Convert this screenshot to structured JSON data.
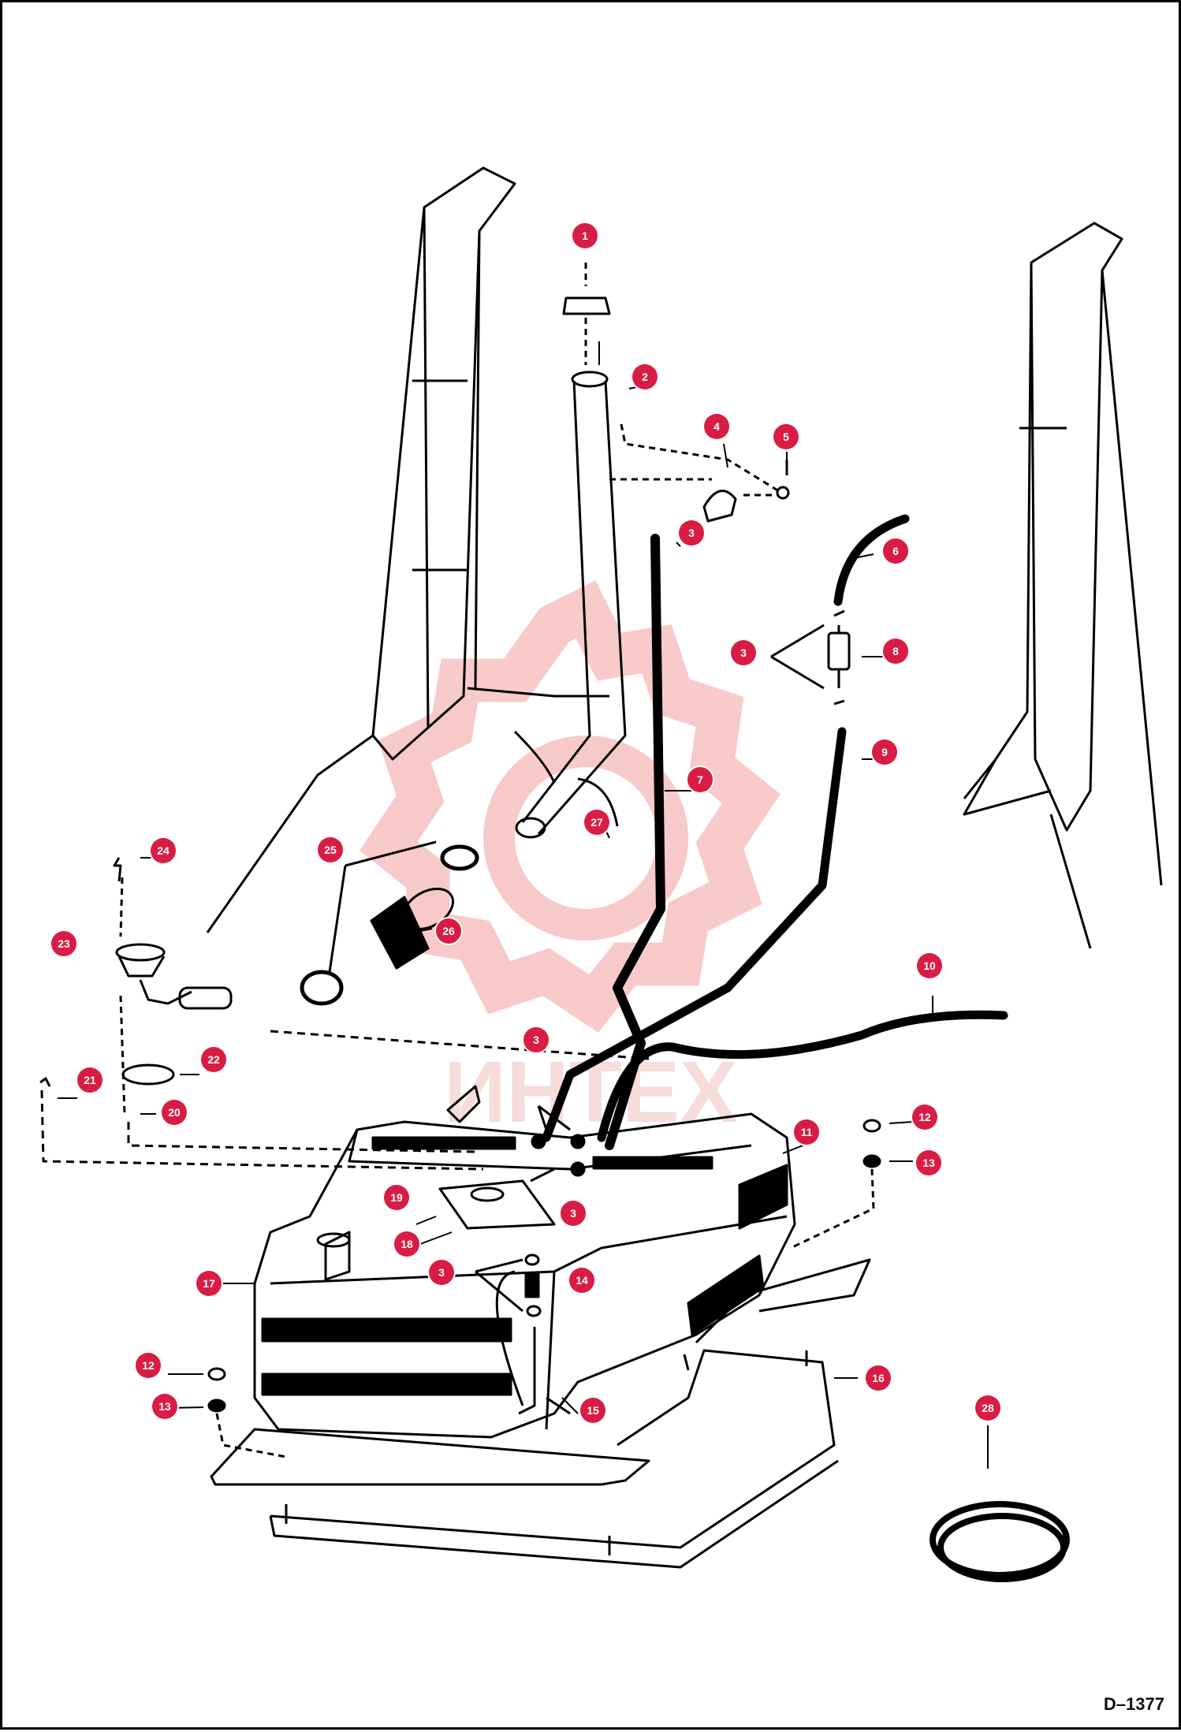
{
  "drawing_code": "D–1377",
  "watermark_text": "ИНТЕХ",
  "colors": {
    "callout": "#d91c43",
    "watermark": "#f6b8b8",
    "line": "#000000"
  },
  "callouts": [
    "1",
    "2",
    "4",
    "5",
    "3",
    "6",
    "3",
    "8",
    "9",
    "7",
    "27",
    "24",
    "25",
    "23",
    "26",
    "10",
    "3",
    "22",
    "21",
    "20",
    "12",
    "11",
    "13",
    "19",
    "3",
    "18",
    "3",
    "14",
    "17",
    "16",
    "12",
    "13",
    "15",
    "28"
  ]
}
